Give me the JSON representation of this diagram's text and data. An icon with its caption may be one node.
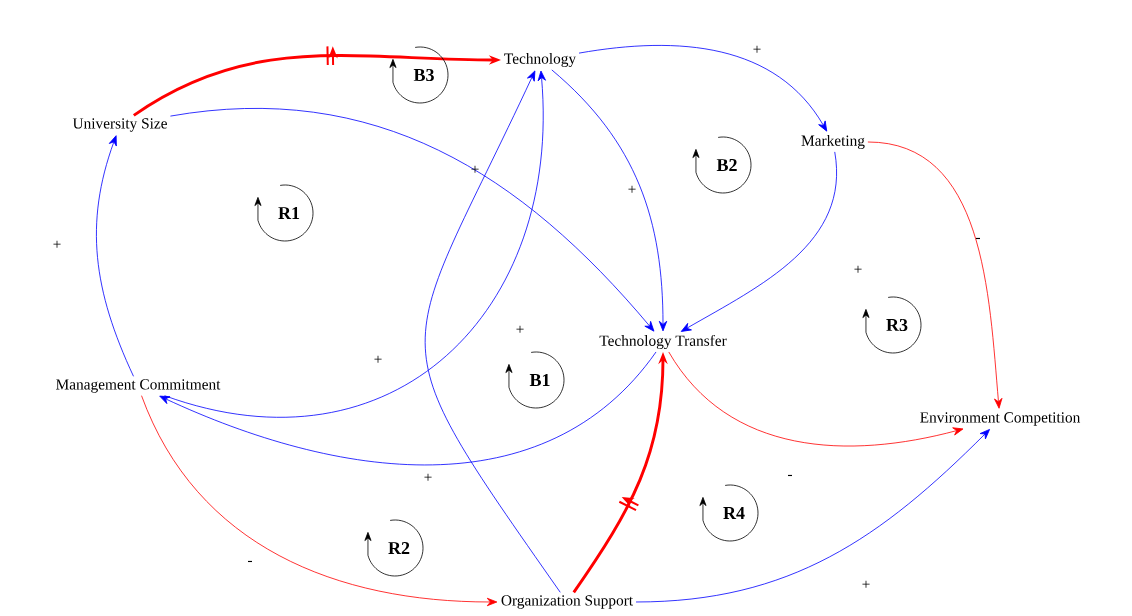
{
  "diagram": {
    "nodes": [
      {
        "text": [
          "University Size"
        ]
      },
      {
        "text": [
          "Technology"
        ]
      },
      {
        "text": [
          "Marketing"
        ]
      },
      {
        "text": [
          "Technology Transfer"
        ]
      },
      {
        "text": [
          "Management Commitment"
        ]
      },
      {
        "text": [
          "Environment Competition"
        ]
      },
      {
        "text": [
          "Organization Support"
        ]
      }
    ],
    "edges": [
      {
        "from": 0,
        "to": 1,
        "arrow": "to",
        "style": "thick",
        "color": "#ff0000"
      },
      {
        "from": 1,
        "to": 2,
        "arrow": "to",
        "label": "+"
      },
      {
        "from": 1,
        "to": 3,
        "arrow": "to",
        "label": "+"
      },
      {
        "from": 2,
        "to": 3,
        "arrow": "to",
        "label": "+"
      },
      {
        "from": 2,
        "to": 5,
        "arrow": "to",
        "label": "-",
        "color": "#ff0000"
      },
      {
        "from": 0,
        "to": 3,
        "arrow": "to",
        "label": "+"
      },
      {
        "from": 4,
        "to": 0,
        "arrow": "to",
        "label": "+"
      },
      {
        "from": 4,
        "to": 1,
        "arrow": "to",
        "label": "+"
      },
      {
        "from": 3,
        "to": 4,
        "arrow": "to",
        "label": "+"
      },
      {
        "from": 3,
        "to": 5,
        "arrow": "to",
        "label": "-",
        "color": "#ff0000"
      },
      {
        "from": 6,
        "to": 3,
        "arrow": "to",
        "style": "thick",
        "color": "#ff0000"
      },
      {
        "from": 6,
        "to": 5,
        "arrow": "to",
        "label": "+"
      },
      {
        "from": 4,
        "to": 6,
        "arrow": "to",
        "label": "-",
        "color": "#ff0000"
      },
      {
        "from": 6,
        "to": 1,
        "arrow": "to",
        "label": "+"
      }
    ],
    "labels": [
      "B3",
      "B2",
      "R1",
      "R3",
      "B1",
      "R4",
      "R2"
    ]
  }
}
